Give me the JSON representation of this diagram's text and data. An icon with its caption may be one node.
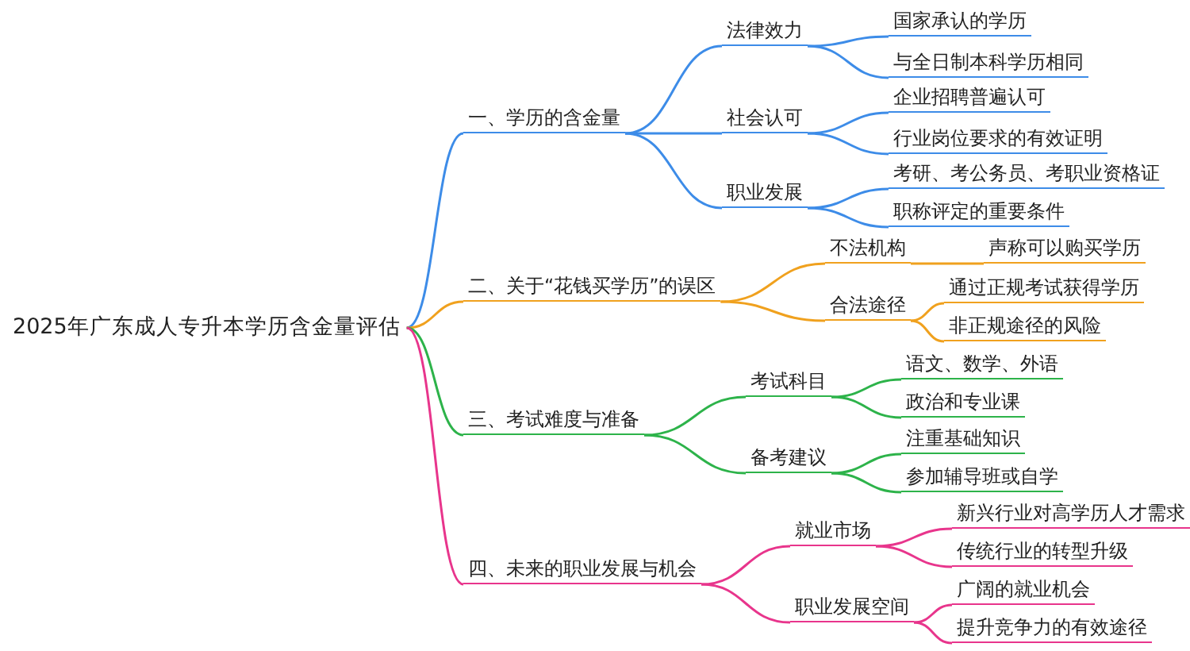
{
  "diagram": {
    "nodes": [
      {
        "text": [
          "2025年广东成人专升本学历含金量评估"
        ]
      },
      {
        "text": [
          "一、学历的含金量"
        ]
      },
      {
        "text": [
          "法律效力"
        ]
      },
      {
        "text": [
          "国家承认的学历"
        ]
      },
      {
        "text": [
          "与全日制本科学历相同"
        ]
      },
      {
        "text": [
          "社会认可"
        ]
      },
      {
        "text": [
          "企业招聘普遍认可"
        ]
      },
      {
        "text": [
          "行业岗位要求的有效证明"
        ]
      },
      {
        "text": [
          "职业发展"
        ]
      },
      {
        "text": [
          "考研、考公务员、考职业资格证"
        ]
      },
      {
        "text": [
          "职称评定的重要条件"
        ]
      },
      {
        "text": [
          "二、关于“花钱买学历”的误区"
        ]
      },
      {
        "text": [
          "不法机构"
        ]
      },
      {
        "text": [
          "声称可以购买学历"
        ]
      },
      {
        "text": [
          "合法途径"
        ]
      },
      {
        "text": [
          "通过正规考试获得学历"
        ]
      },
      {
        "text": [
          "非正规途径的风险"
        ]
      },
      {
        "text": [
          "三、考试难度与准备"
        ]
      },
      {
        "text": [
          "考试科目"
        ]
      },
      {
        "text": [
          "语文、数学、外语"
        ]
      },
      {
        "text": [
          "政治和专业课"
        ]
      },
      {
        "text": [
          "备考建议"
        ]
      },
      {
        "text": [
          "注重基础知识"
        ]
      },
      {
        "text": [
          "参加辅导班或自学"
        ]
      },
      {
        "text": [
          "四、未来的职业发展与机会"
        ]
      },
      {
        "text": [
          "就业市场"
        ]
      },
      {
        "text": [
          "新兴行业对高学历人才需求"
        ]
      },
      {
        "text": [
          "传统行业的转型升级"
        ]
      },
      {
        "text": [
          "职业发展空间"
        ]
      },
      {
        "text": [
          "广阔的就业机会"
        ]
      },
      {
        "text": [
          "提升竞争力的有效途径"
        ]
      }
    ],
    "edges": [
      {
        "from": 0,
        "to": 1,
        "arrow": "none",
        "color": "#3d8ce8"
      },
      {
        "from": 1,
        "to": 2,
        "arrow": "none",
        "color": "#3d8ce8"
      },
      {
        "from": 2,
        "to": 3,
        "arrow": "none",
        "color": "#3d8ce8"
      },
      {
        "from": 2,
        "to": 4,
        "arrow": "none",
        "color": "#3d8ce8"
      },
      {
        "from": 1,
        "to": 5,
        "arrow": "none",
        "color": "#3d8ce8"
      },
      {
        "from": 5,
        "to": 6,
        "arrow": "none",
        "color": "#3d8ce8"
      },
      {
        "from": 5,
        "to": 7,
        "arrow": "none",
        "color": "#3d8ce8"
      },
      {
        "from": 1,
        "to": 8,
        "arrow": "none",
        "color": "#3d8ce8"
      },
      {
        "from": 8,
        "to": 9,
        "arrow": "none",
        "color": "#3d8ce8"
      },
      {
        "from": 8,
        "to": 10,
        "arrow": "none",
        "color": "#3d8ce8"
      },
      {
        "from": 0,
        "to": 11,
        "arrow": "none",
        "color": "#f0a11e"
      },
      {
        "from": 11,
        "to": 12,
        "arrow": "none",
        "color": "#f0a11e"
      },
      {
        "from": 12,
        "to": 13,
        "arrow": "none",
        "color": "#f0a11e"
      },
      {
        "from": 11,
        "to": 14,
        "arrow": "none",
        "color": "#f0a11e"
      },
      {
        "from": 14,
        "to": 15,
        "arrow": "none",
        "color": "#f0a11e"
      },
      {
        "from": 14,
        "to": 16,
        "arrow": "none",
        "color": "#f0a11e"
      },
      {
        "from": 0,
        "to": 17,
        "arrow": "none",
        "color": "#2db34a"
      },
      {
        "from": 17,
        "to": 18,
        "arrow": "none",
        "color": "#2db34a"
      },
      {
        "from": 18,
        "to": 19,
        "arrow": "none",
        "color": "#2db34a"
      },
      {
        "from": 18,
        "to": 20,
        "arrow": "none",
        "color": "#2db34a"
      },
      {
        "from": 17,
        "to": 21,
        "arrow": "none",
        "color": "#2db34a"
      },
      {
        "from": 21,
        "to": 22,
        "arrow": "none",
        "color": "#2db34a"
      },
      {
        "from": 21,
        "to": 23,
        "arrow": "none",
        "color": "#2db34a"
      },
      {
        "from": 0,
        "to": 24,
        "arrow": "none",
        "color": "#e8358c"
      },
      {
        "from": 24,
        "to": 25,
        "arrow": "none",
        "color": "#e8358c"
      },
      {
        "from": 25,
        "to": 26,
        "arrow": "none",
        "color": "#e8358c"
      },
      {
        "from": 25,
        "to": 27,
        "arrow": "none",
        "color": "#e8358c"
      },
      {
        "from": 24,
        "to": 28,
        "arrow": "none",
        "color": "#e8358c"
      },
      {
        "from": 28,
        "to": 29,
        "arrow": "none",
        "color": "#e8358c"
      },
      {
        "from": 28,
        "to": 30,
        "arrow": "none",
        "color": "#e8358c"
      }
    ]
  }
}
